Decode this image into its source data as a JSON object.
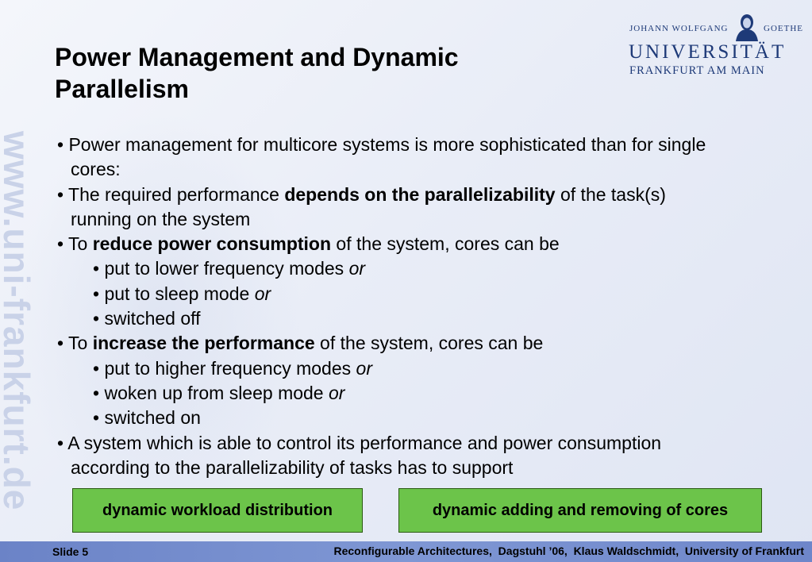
{
  "title_line1": "Power Management and Dynamic",
  "title_line2": "Parallelism",
  "logo": {
    "top_left": "JOHANN WOLFGANG",
    "top_right": "GOETHE",
    "middle": "UNIVERSITÄT",
    "bottom": "FRANKFURT AM MAIN"
  },
  "watermark": "www.uni-frankfurt.de",
  "bullets": {
    "b1_l1": "Power management for multicore systems is more sophisticated than for single",
    "b1_l2": "cores:",
    "b2_pre": "The required performance ",
    "b2_bold": "depends on the parallelizability",
    "b2_post": " of the task(s)",
    "b2_l2": "running on the system",
    "b3_pre": "To ",
    "b3_bold": "reduce power consumption",
    "b3_post": " of the system, cores can be",
    "b3_s1": "put to lower frequency modes ",
    "b3_s1_it": "or",
    "b3_s2": "put to sleep mode ",
    "b3_s2_it": "or",
    "b3_s3": "switched off",
    "b4_pre": "To ",
    "b4_bold": "increase the performance",
    "b4_post": " of the system, cores can be",
    "b4_s1": "put to higher frequency modes ",
    "b4_s1_it": "or",
    "b4_s2": "woken up from sleep mode ",
    "b4_s2_it": "or",
    "b4_s3": "switched on",
    "b5_l1": "A system which is able to control its performance and power consumption",
    "b5_l2": "according to the parallelizability of tasks has to support"
  },
  "boxes": {
    "left": "dynamic workload distribution",
    "right": "dynamic adding and removing of cores"
  },
  "footer": {
    "slide": "Slide 5",
    "info": "Reconfigurable Architectures,  Dagstuhl ’06,  Klaus Waldschmidt,  University of Frankfurt"
  },
  "colors": {
    "box_fill": "#6cc44a",
    "footer_bar": "#7f97d4",
    "logo_blue": "#1e3a78"
  }
}
